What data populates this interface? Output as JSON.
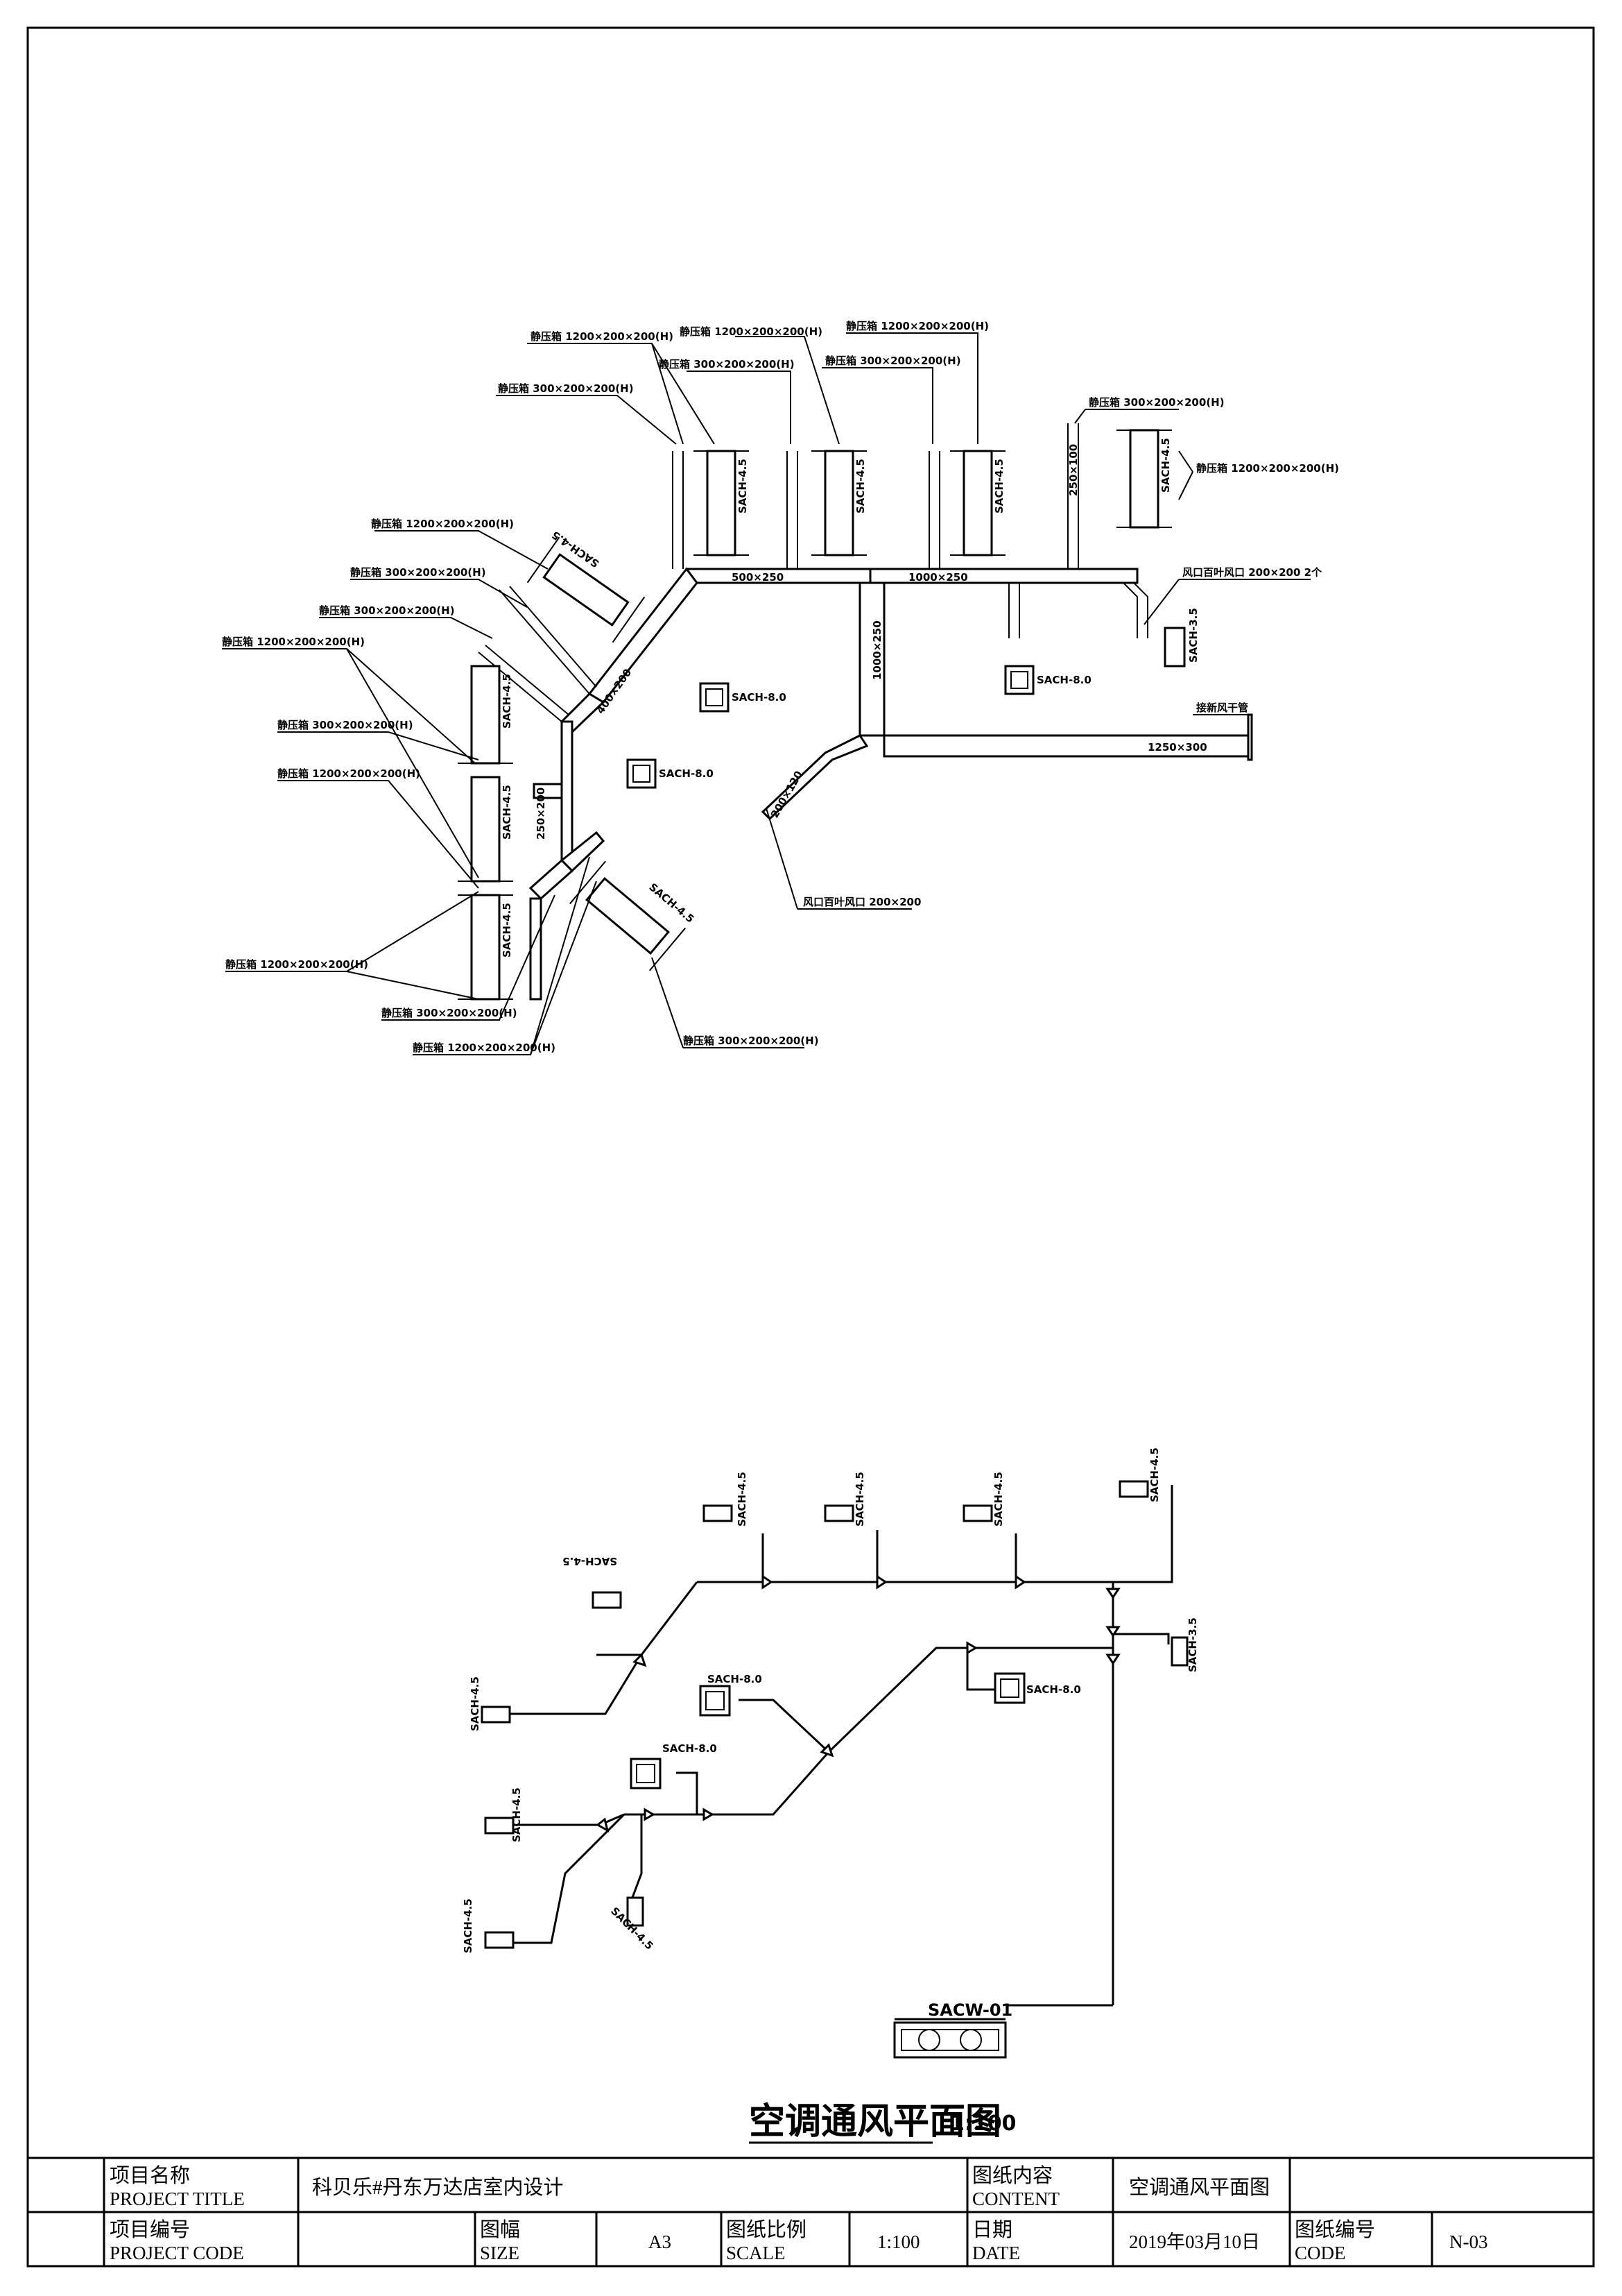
{
  "title_block": {
    "project_title_cn": "项目名称",
    "project_title_en": "PROJECT  TITLE",
    "project_name": "科贝乐#丹东万达店室内设计",
    "content_cn": "图纸内容",
    "content_en": "CONTENT",
    "content_value": "空调通风平面图",
    "project_code_cn": "项目编号",
    "project_code_en": "PROJECT  CODE",
    "size_cn": "图幅",
    "size_en": "SIZE",
    "size_value": "A3",
    "scale_cn": "图纸比例",
    "scale_en": "SCALE",
    "scale_value": "1:100",
    "date_cn": "日期",
    "date_en": "DATE",
    "date_value": "2019年03月10日",
    "code_cn": "图纸编号",
    "code_en": "CODE",
    "code_value": "N-03"
  },
  "drawing_title": {
    "text": "空调通风平面图",
    "scale": "1:100"
  },
  "plan_labels": {
    "plenum_1200": "静压箱 1200×200×200(H)",
    "plenum_300": "静压箱 300×200×200(H)",
    "return_grille": "风口百叶风口 200×200 2个",
    "exhaust_grille": "风口百叶风口 200×200",
    "fresh_air_main": "接新风干管",
    "sach45": "SACH-4.5",
    "sach80": "SACH-8.0",
    "sach35": "SACH-3.5",
    "duct_500x250": "500×250",
    "duct_1000x250": "1000×250",
    "duct_1250x300": "1250×300",
    "duct_400x200": "400×200",
    "duct_250x200": "250×200",
    "duct_200x120": "200×120",
    "duct_250x100": "250×100"
  },
  "schematic_labels": {
    "sach45": "SACH-4.5",
    "sach80": "SACH-8.0",
    "sach35": "SACH-3.5",
    "outdoor_unit": "SACW-01"
  }
}
